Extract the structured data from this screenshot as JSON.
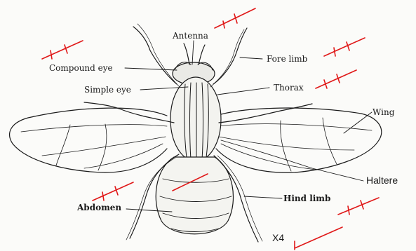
{
  "labels": {
    "antenna": "Antenna",
    "compound_eye": "Compound eye",
    "simple_eye": "Simple eye",
    "fore_limb": "Fore limb",
    "thorax": "Thorax",
    "wing": "Wing",
    "haltere": "Haltere",
    "hind_limb": "Hind limb",
    "abdomen": "Abdomen"
  },
  "annotation": {
    "magnification": "X4"
  },
  "colors": {
    "ink": "#1a1a1a",
    "marking": "#e01818",
    "paper": "#fbfbf9"
  }
}
